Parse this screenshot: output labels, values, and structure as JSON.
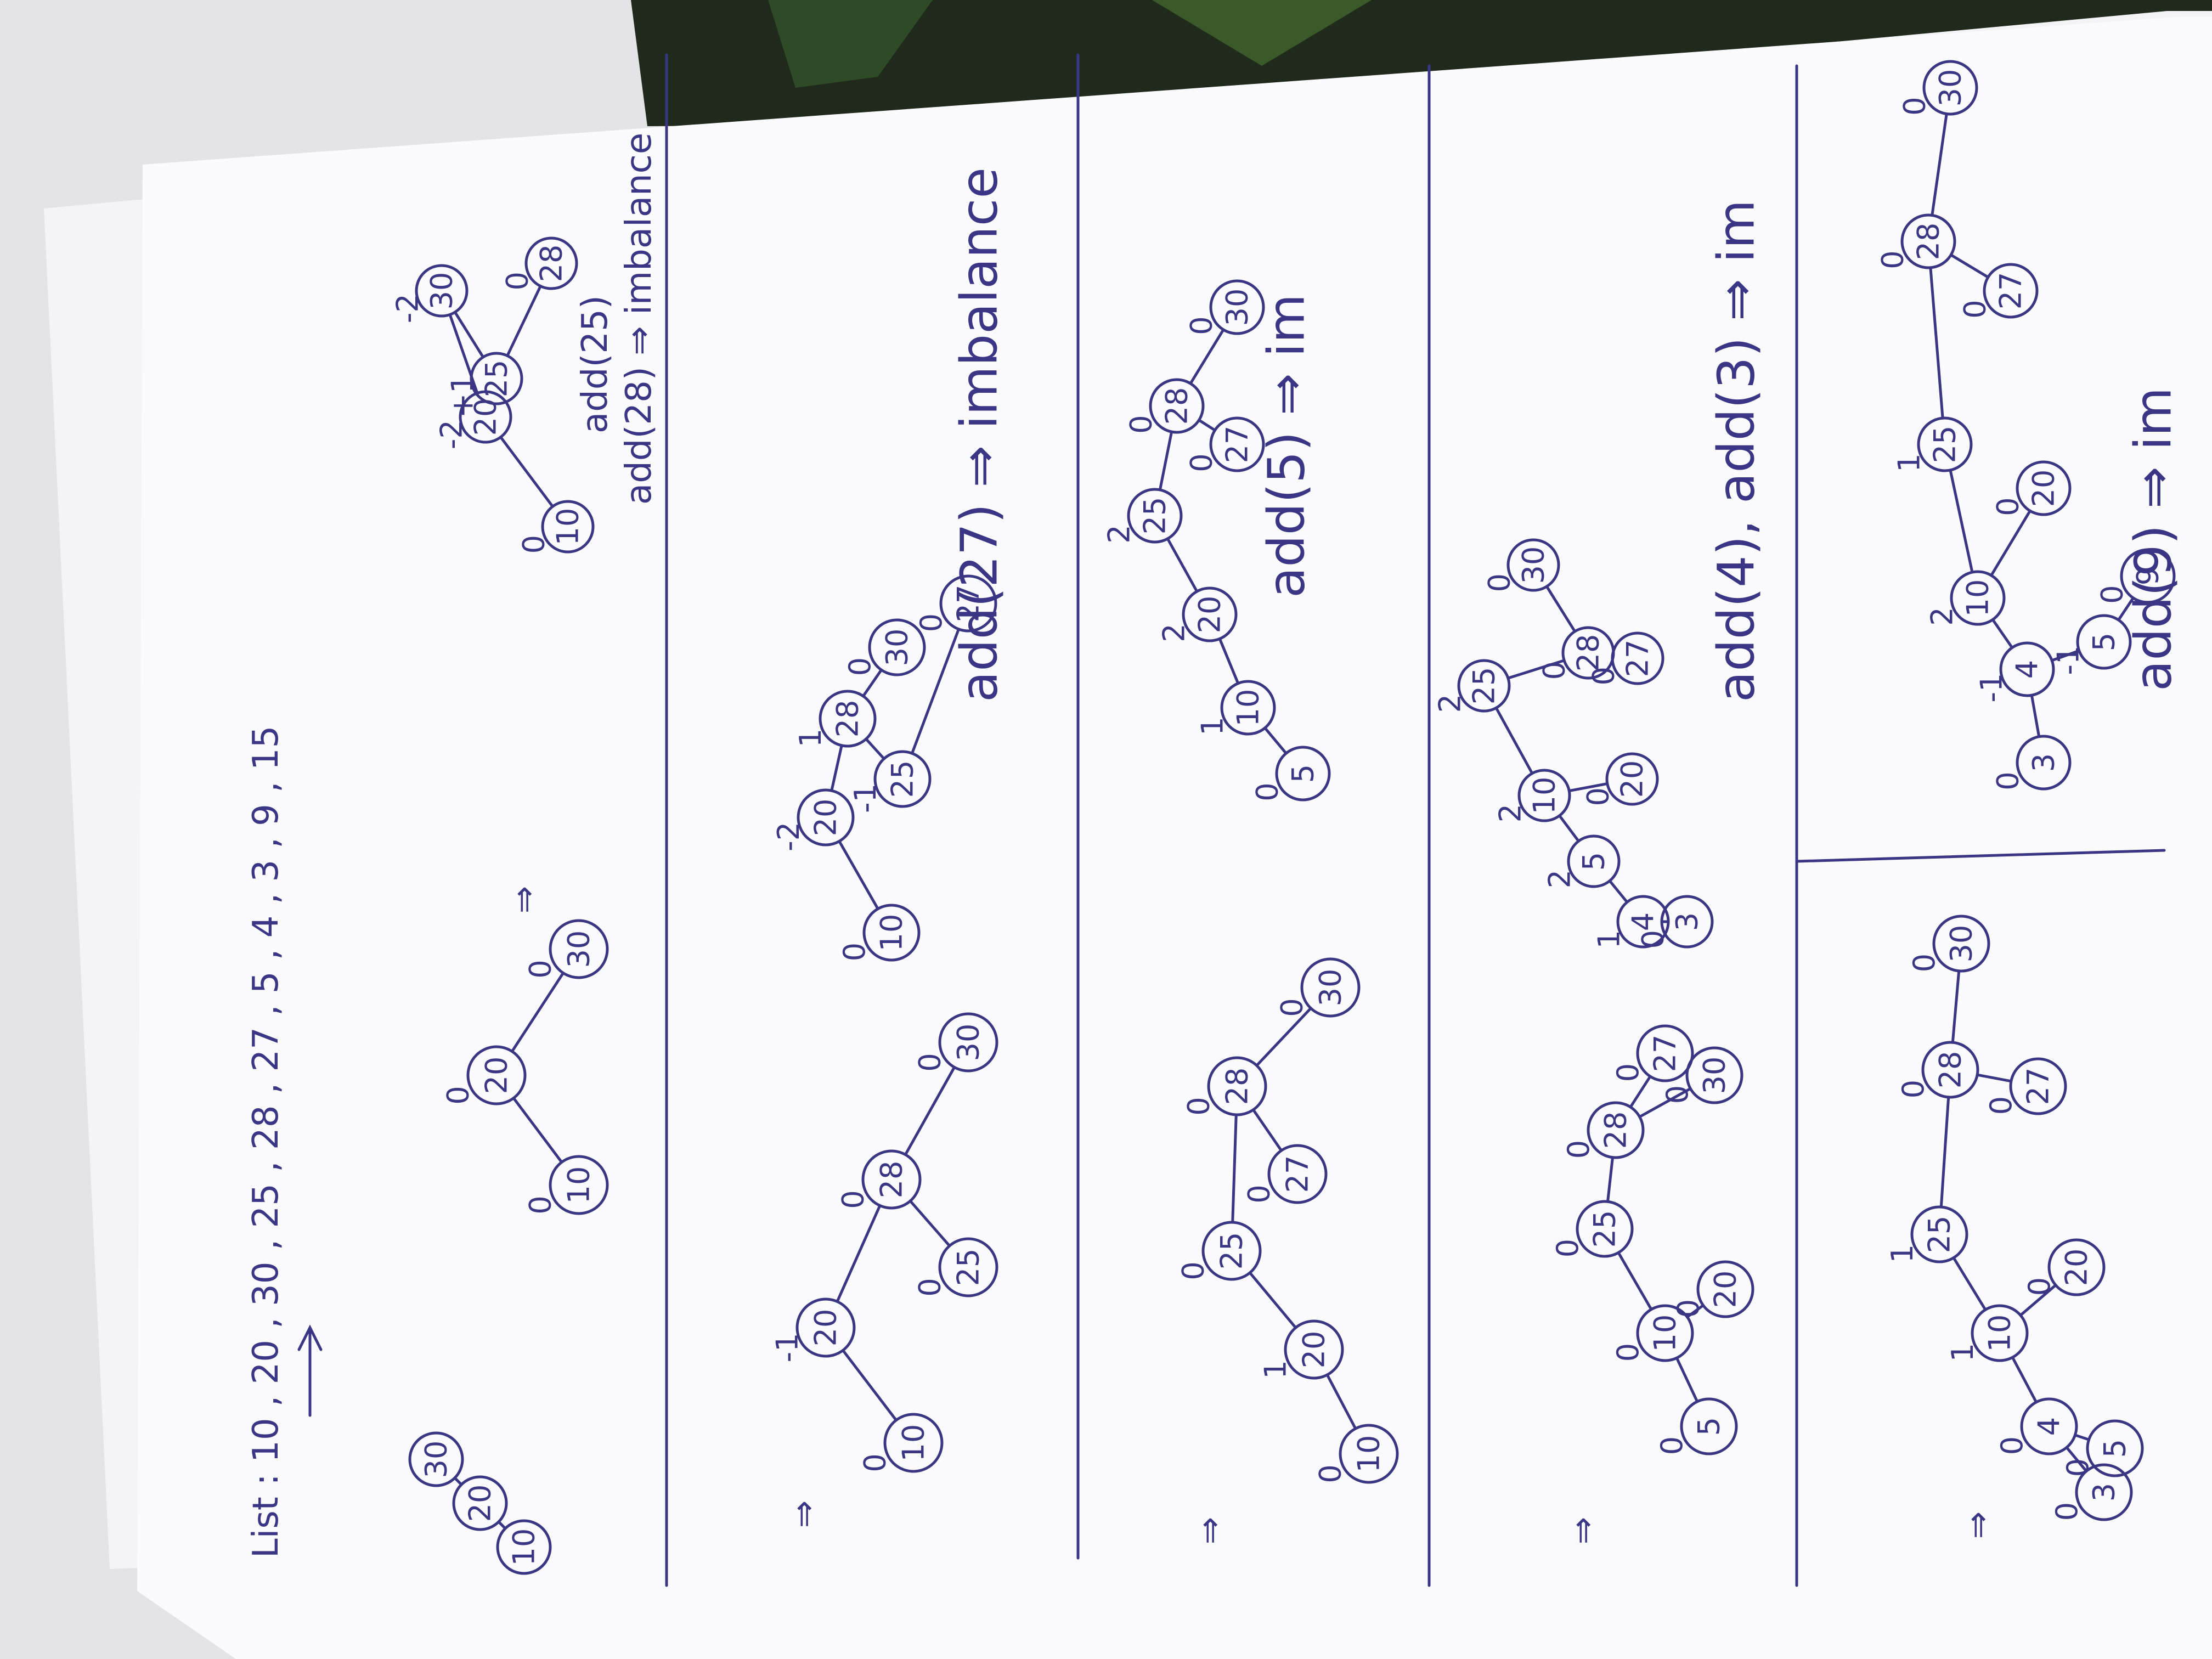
{
  "page": {
    "list_text": "List : 10 , 20 , 30 , 25 , 28 , 27 , 5 , 4 , 3 , 9 , 15",
    "arrow_glyph": "⇒",
    "colors": {
      "ink": "#3a3585",
      "paper": "#fbfbfd",
      "table": "#e9e9ea",
      "mat": "#1f2a1c"
    }
  },
  "notes": {
    "add_25": "add(25)",
    "add_28": "add(28) ⇒ imbalance",
    "add_27": "add(27) ⇒ imbalance",
    "add_5": "add(5) ⇒ im",
    "add_4_3": "add(4), add(3) ⇒ im",
    "add_9": "add(9) ⇒ im"
  },
  "trees": [
    {
      "id": "tree-1-chain",
      "nodes": [
        {
          "v": "10",
          "b": ""
        },
        {
          "v": "20",
          "b": ""
        },
        {
          "v": "30",
          "b": ""
        }
      ]
    },
    {
      "id": "tree-2-balanced",
      "nodes": [
        {
          "v": "20",
          "b": "0"
        },
        {
          "v": "10",
          "b": "0"
        },
        {
          "v": "30",
          "b": "0"
        }
      ]
    },
    {
      "id": "tree-3-add25-28",
      "nodes": [
        {
          "v": "20",
          "b": "-2"
        },
        {
          "v": "10",
          "b": "0"
        },
        {
          "v": "30",
          "b": "-2"
        },
        {
          "v": "25",
          "b": "+1"
        },
        {
          "v": "28",
          "b": "0"
        }
      ]
    },
    {
      "id": "tree-4-after-rotation",
      "nodes": [
        {
          "v": "20",
          "b": "-1"
        },
        {
          "v": "10",
          "b": "0"
        },
        {
          "v": "28",
          "b": "0"
        },
        {
          "v": "25",
          "b": "0"
        },
        {
          "v": "30",
          "b": "0"
        }
      ]
    },
    {
      "id": "tree-5-add27",
      "nodes": [
        {
          "v": "20",
          "b": "-2"
        },
        {
          "v": "10",
          "b": "0"
        },
        {
          "v": "28",
          "b": "1"
        },
        {
          "v": "25",
          "b": "-1"
        },
        {
          "v": "30",
          "b": "0"
        },
        {
          "v": "27",
          "b": "0"
        }
      ]
    },
    {
      "id": "tree-6-after-rotation",
      "nodes": [
        {
          "v": "25",
          "b": "0"
        },
        {
          "v": "20",
          "b": "1"
        },
        {
          "v": "10",
          "b": "0"
        },
        {
          "v": "28",
          "b": "0"
        },
        {
          "v": "27",
          "b": "0"
        },
        {
          "v": "30",
          "b": "0"
        }
      ]
    },
    {
      "id": "tree-7-add5",
      "nodes": [
        {
          "v": "25",
          "b": "2"
        },
        {
          "v": "20",
          "b": "2"
        },
        {
          "v": "10",
          "b": "1"
        },
        {
          "v": "5",
          "b": "0"
        },
        {
          "v": "28",
          "b": "0"
        },
        {
          "v": "27",
          "b": "0"
        },
        {
          "v": "30",
          "b": "0"
        }
      ]
    },
    {
      "id": "tree-8-after-rotation",
      "nodes": [
        {
          "v": "25",
          "b": "0"
        },
        {
          "v": "10",
          "b": "0"
        },
        {
          "v": "5",
          "b": "0"
        },
        {
          "v": "20",
          "b": "0"
        },
        {
          "v": "28",
          "b": "0"
        },
        {
          "v": "27",
          "b": "0"
        },
        {
          "v": "30",
          "b": "0"
        }
      ]
    },
    {
      "id": "tree-9-add4-3",
      "nodes": [
        {
          "v": "25",
          "b": "2"
        },
        {
          "v": "10",
          "b": "2"
        },
        {
          "v": "5",
          "b": "2"
        },
        {
          "v": "4",
          "b": "1"
        },
        {
          "v": "3",
          "b": "0"
        },
        {
          "v": "20",
          "b": "0"
        },
        {
          "v": "28",
          "b": "0"
        },
        {
          "v": "27",
          "b": "0"
        },
        {
          "v": "30",
          "b": "0"
        }
      ]
    },
    {
      "id": "tree-10-after-rotation",
      "nodes": [
        {
          "v": "25",
          "b": "1"
        },
        {
          "v": "10",
          "b": "1"
        },
        {
          "v": "4",
          "b": "0"
        },
        {
          "v": "3",
          "b": "0"
        },
        {
          "v": "5",
          "b": "0"
        },
        {
          "v": "20",
          "b": "0"
        },
        {
          "v": "28",
          "b": "0"
        },
        {
          "v": "27",
          "b": "0"
        },
        {
          "v": "30",
          "b": "0"
        }
      ]
    },
    {
      "id": "tree-11-add9",
      "nodes": [
        {
          "v": "25",
          "b": "1"
        },
        {
          "v": "10",
          "b": "2"
        },
        {
          "v": "4",
          "b": "-1"
        },
        {
          "v": "3",
          "b": "0"
        },
        {
          "v": "5",
          "b": "-1"
        },
        {
          "v": "9",
          "b": "0"
        },
        {
          "v": "20",
          "b": "0"
        },
        {
          "v": "28",
          "b": "0"
        },
        {
          "v": "27",
          "b": "0"
        },
        {
          "v": "30",
          "b": "0"
        }
      ]
    }
  ]
}
